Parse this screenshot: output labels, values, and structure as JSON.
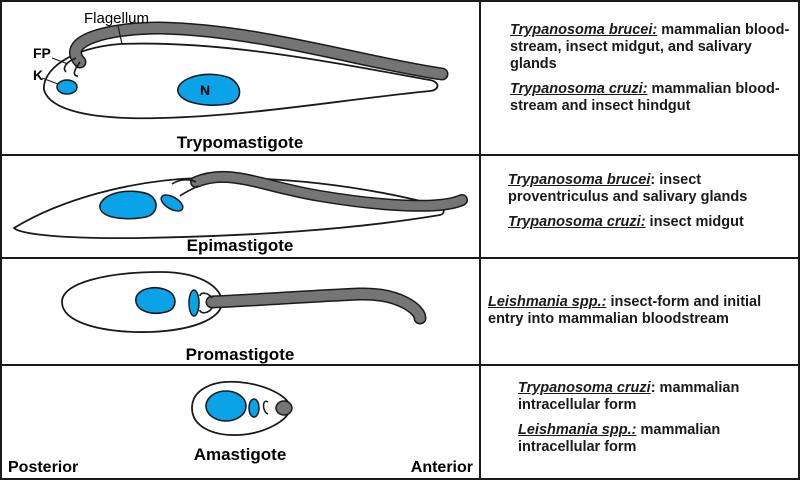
{
  "colors": {
    "organelle": "#0aa3e8",
    "flagellum": "#757575",
    "outline": "#1a1a1a"
  },
  "labels": {
    "flagellum": "Flagellum",
    "fp": "FP",
    "k": "K",
    "n": "N",
    "posterior": "Posterior",
    "anterior": "Anterior"
  },
  "stages": [
    {
      "name": "Trypomastigote",
      "entries": [
        {
          "organism": "Trypanosoma brucei:",
          "location": " mammalian blood-stream, insect midgut, and salivary glands"
        },
        {
          "organism": "Trypanosoma cruzi:",
          "location": " mammalian blood-stream and insect hindgut"
        }
      ]
    },
    {
      "name": "Epimastigote",
      "entries": [
        {
          "organism": "Trypanosoma brucei",
          "location": ": insect proventriculus and salivary glands"
        },
        {
          "organism": "Trypanosoma cruzi:",
          "location": " insect midgut"
        }
      ]
    },
    {
      "name": "Promastigote",
      "entries": [
        {
          "organism": "Leishmania spp.:",
          "location": " insect-form and initial entry into mammalian bloodstream"
        }
      ]
    },
    {
      "name": "Amastigote",
      "entries": [
        {
          "organism": "Trypanosoma cruzi",
          "location": ": mammalian intracellular form"
        },
        {
          "organism": "Leishmania spp.:",
          "location": " mammalian intracellular form"
        }
      ]
    }
  ]
}
